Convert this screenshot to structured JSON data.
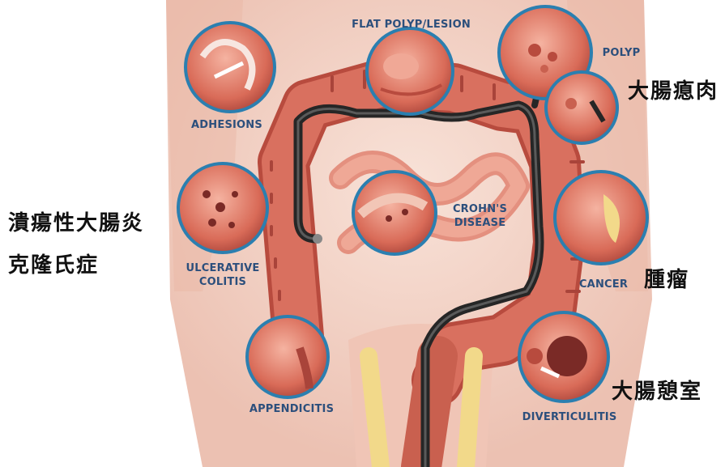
{
  "labels": {
    "adhesions": "ADHESIONS",
    "flat_polyp": "FLAT POLYP/LESION",
    "polyp": "POLYP",
    "ulcerative_colitis": [
      "ULCERATIVE",
      "COLITIS"
    ],
    "crohns_disease": [
      "CROHN'S",
      "DISEASE"
    ],
    "cancer": "CANCER",
    "appendicitis": "APPENDICITIS",
    "diverticulitis": "DIVERTICULITIS"
  },
  "chinese_labels": {
    "colon_polyp": "大腸瘜肉",
    "ulcerative_colitis": "潰瘍性大腸炎",
    "crohns_disease": "克隆氏症",
    "tumor": "腫瘤",
    "diverticulum": "大腸憩室"
  },
  "colors": {
    "skin": "#f3d3c6",
    "colon": "#d9705f",
    "colon_dark": "#b84b3e",
    "scope": "#262626",
    "circle_border": "#2b7fb0",
    "label_text": "#2c4f7c"
  }
}
